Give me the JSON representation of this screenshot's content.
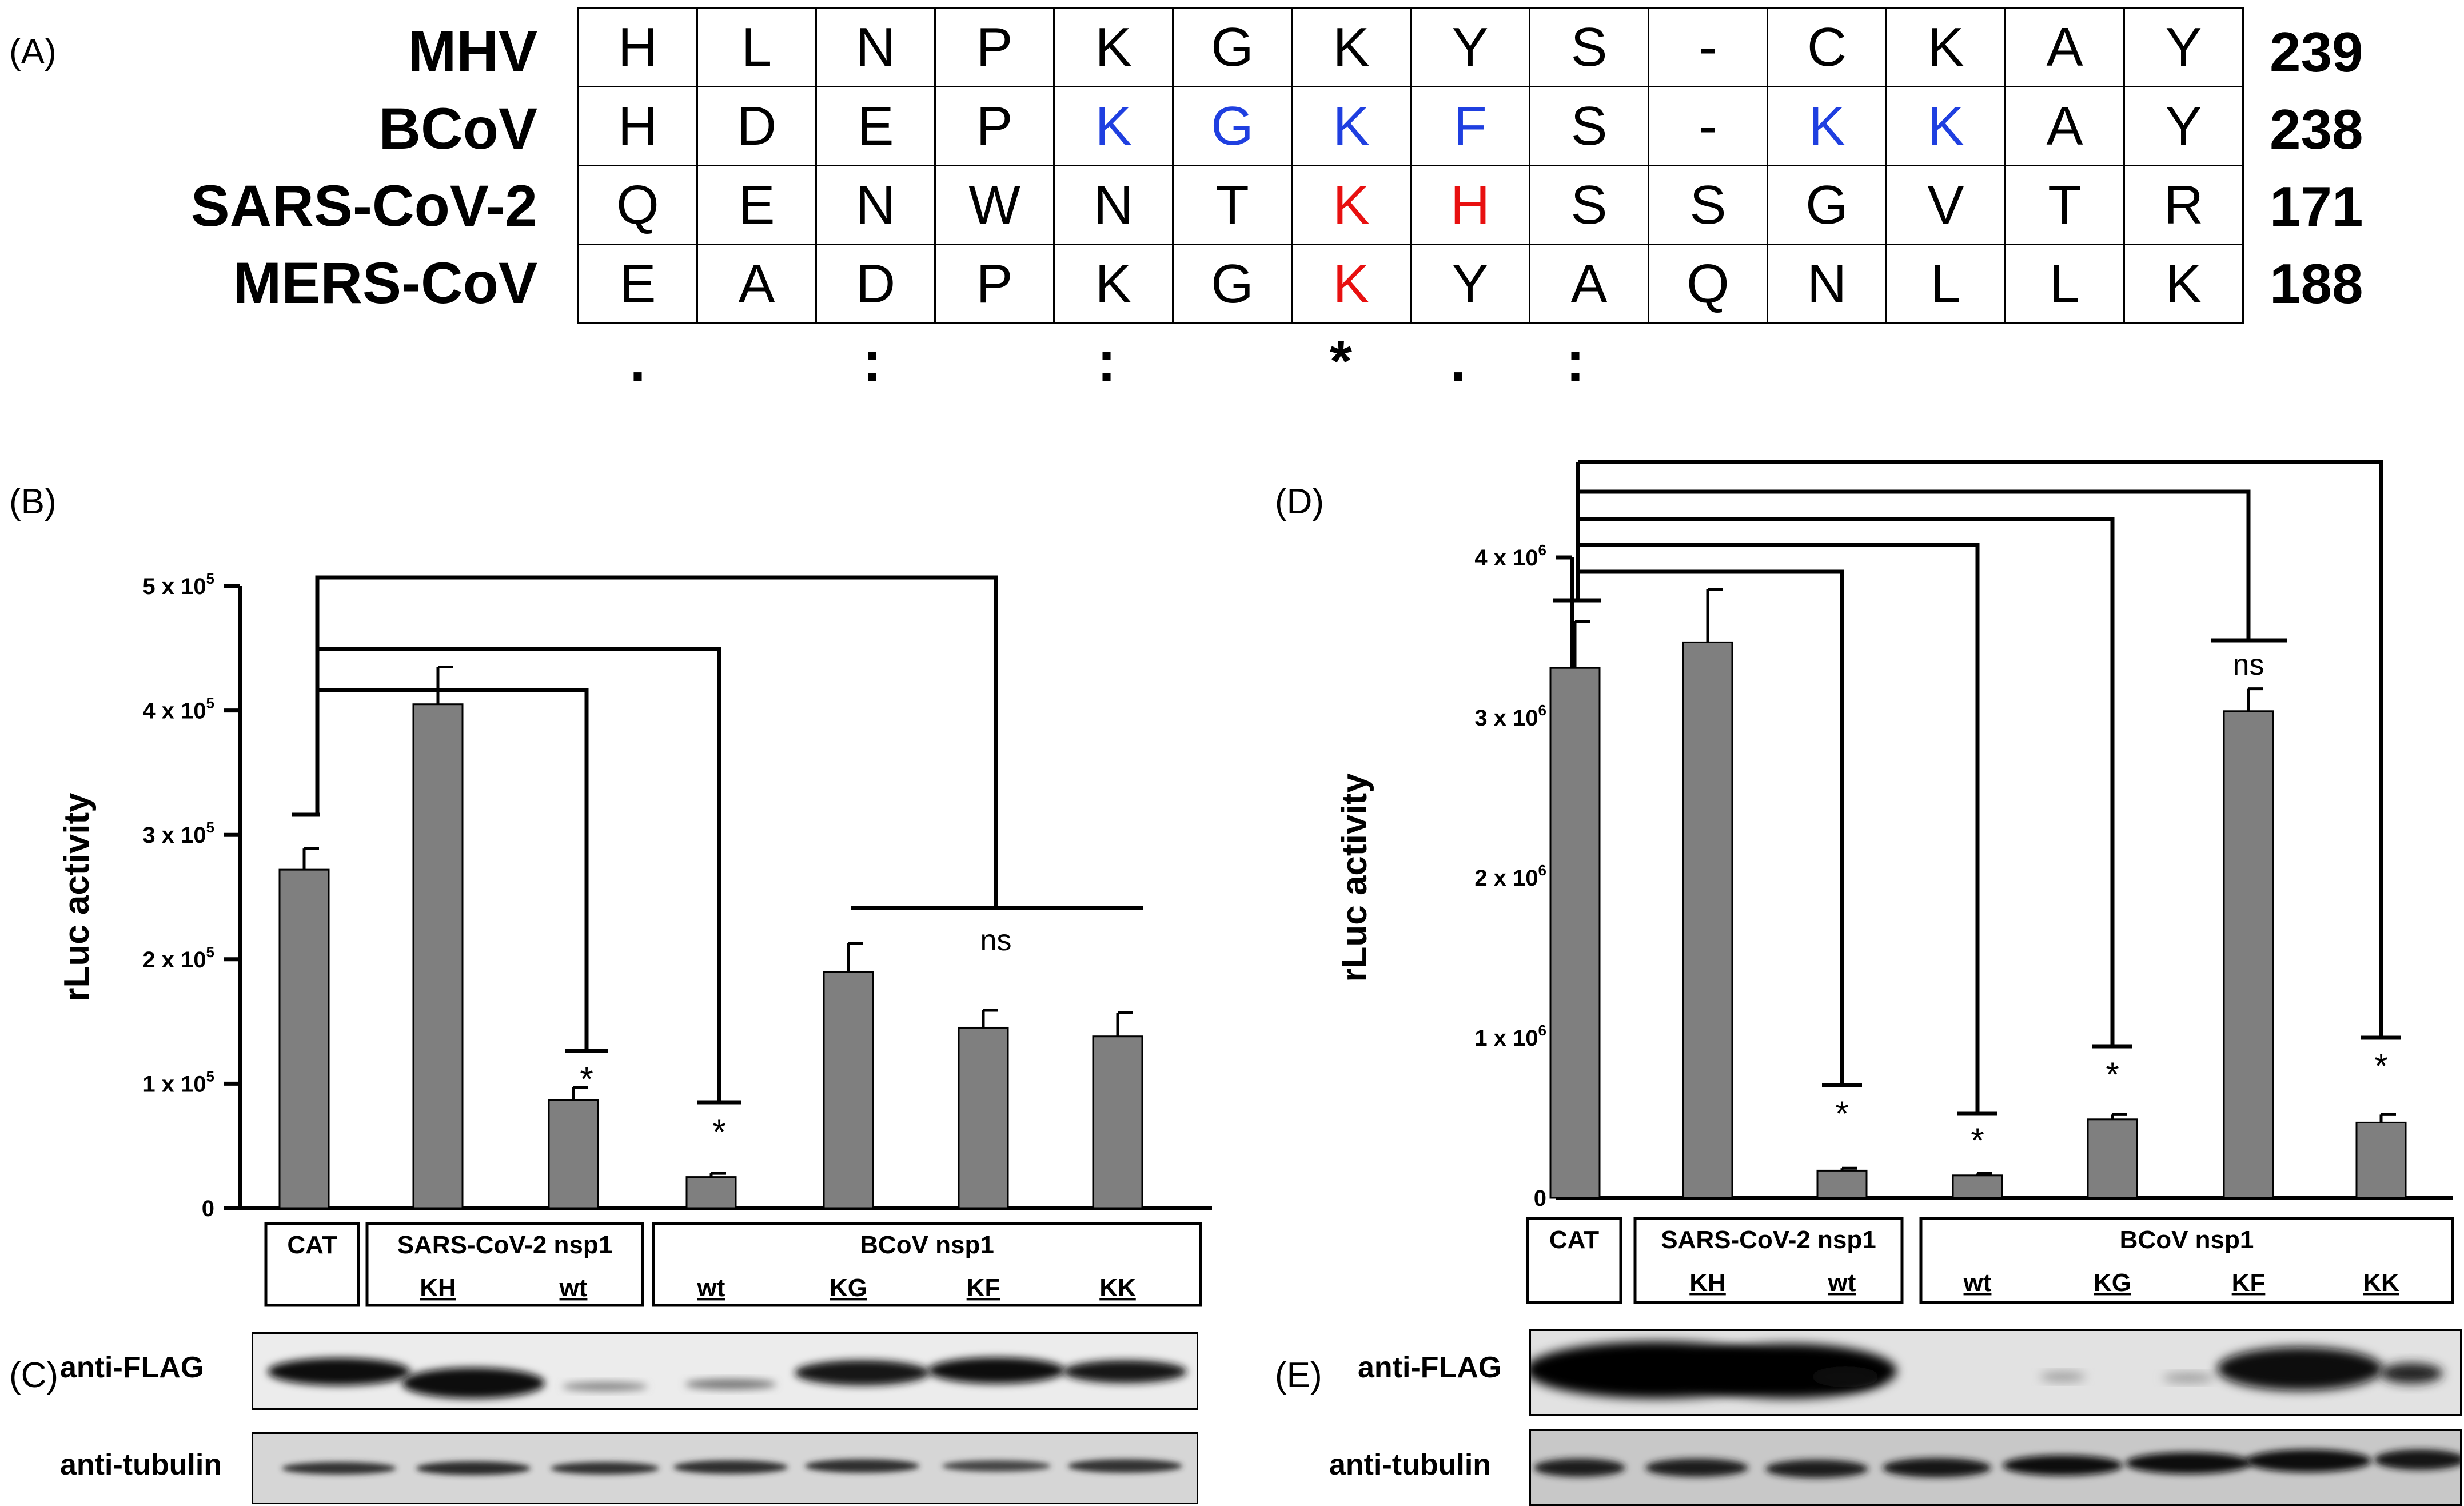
{
  "panel_labels": {
    "a": "(A)",
    "b": "(B)",
    "c": "(C)",
    "d": "(D)",
    "e": "(E)"
  },
  "alignment": {
    "rows": [
      {
        "name": "MHV",
        "residues": [
          "H",
          "L",
          "N",
          "P",
          "K",
          "G",
          "K",
          "Y",
          "S",
          "-",
          "C",
          "K",
          "A",
          "Y"
        ],
        "number": "239",
        "colors": {}
      },
      {
        "name": "BCoV",
        "residues": [
          "H",
          "D",
          "E",
          "P",
          "K",
          "G",
          "K",
          "F",
          "S",
          "-",
          "K",
          "K",
          "A",
          "Y"
        ],
        "number": "238",
        "colors": {
          "4": "#1f3fe0",
          "5": "#1f3fe0",
          "6": "#1f3fe0",
          "7": "#1f3fe0",
          "10": "#1f3fe0",
          "11": "#1f3fe0"
        }
      },
      {
        "name": "SARS-CoV-2",
        "residues": [
          "Q",
          "E",
          "N",
          "W",
          "N",
          "T",
          "K",
          "H",
          "S",
          "S",
          "G",
          "V",
          "T",
          "R"
        ],
        "number": "171",
        "colors": {
          "6": "#e81010",
          "7": "#e81010"
        }
      },
      {
        "name": "MERS-CoV",
        "residues": [
          "E",
          "A",
          "D",
          "P",
          "K",
          "G",
          "K",
          "Y",
          "A",
          "Q",
          "N",
          "L",
          "L",
          "K"
        ],
        "number": "188",
        "colors": {
          "6": "#e81010"
        }
      }
    ],
    "conservation": [
      ".",
      "",
      ":",
      "",
      ":",
      "",
      "*",
      ".",
      ":",
      "",
      "",
      "",
      "",
      ""
    ]
  },
  "chart_data": [
    {
      "panel": "B",
      "type": "bar",
      "ylabel": "rLuc activity",
      "ylim": [
        0,
        500000
      ],
      "ytick_labels": [
        "0",
        "1 x 10",
        "2 x 10",
        "3 x 10",
        "4 x 10",
        "5 x 10"
      ],
      "ytick_exp": "5",
      "categories": [
        "CAT",
        "KH",
        "wt",
        "wt",
        "KG",
        "KF",
        "KK"
      ],
      "values": [
        272000,
        405000,
        87000,
        25000,
        190000,
        145000,
        138000
      ],
      "errors": [
        17000,
        30000,
        10000,
        3000,
        23000,
        14000,
        19000
      ],
      "bar_color": "#7f7f7f",
      "groups": [
        {
          "label": "CAT",
          "members": []
        },
        {
          "label": "SARS-CoV-2 nsp1",
          "members": [
            "KH",
            "wt"
          ]
        },
        {
          "label": "BCoV nsp1",
          "members": [
            "wt",
            "KG",
            "KF",
            "KK"
          ]
        }
      ],
      "significance": [
        "*",
        "*",
        "ns"
      ]
    },
    {
      "panel": "D",
      "type": "bar",
      "ylabel": "rLuc activity",
      "ylim": [
        0,
        4000000
      ],
      "ytick_labels": [
        "0",
        "1 x 10",
        "2 x 10",
        "3 x 10",
        "4 x 10"
      ],
      "ytick_exp": "6",
      "categories": [
        "CAT",
        "KH",
        "wt",
        "wt",
        "KG",
        "KF",
        "KK"
      ],
      "values": [
        3310000,
        3470000,
        170000,
        140000,
        490000,
        3040000,
        470000
      ],
      "errors": [
        290000,
        330000,
        15000,
        12000,
        30000,
        140000,
        50000
      ],
      "bar_color": "#7f7f7f",
      "groups": [
        {
          "label": "CAT",
          "members": []
        },
        {
          "label": "SARS-CoV-2 nsp1",
          "members": [
            "KH",
            "wt"
          ]
        },
        {
          "label": "BCoV nsp1",
          "members": [
            "wt",
            "KG",
            "KF",
            "KK"
          ]
        }
      ],
      "significance": [
        "*",
        "*",
        "*",
        "ns",
        "*"
      ]
    }
  ],
  "blots": {
    "flag_label": "anti-FLAG",
    "tubulin_label": "anti-tubulin"
  }
}
